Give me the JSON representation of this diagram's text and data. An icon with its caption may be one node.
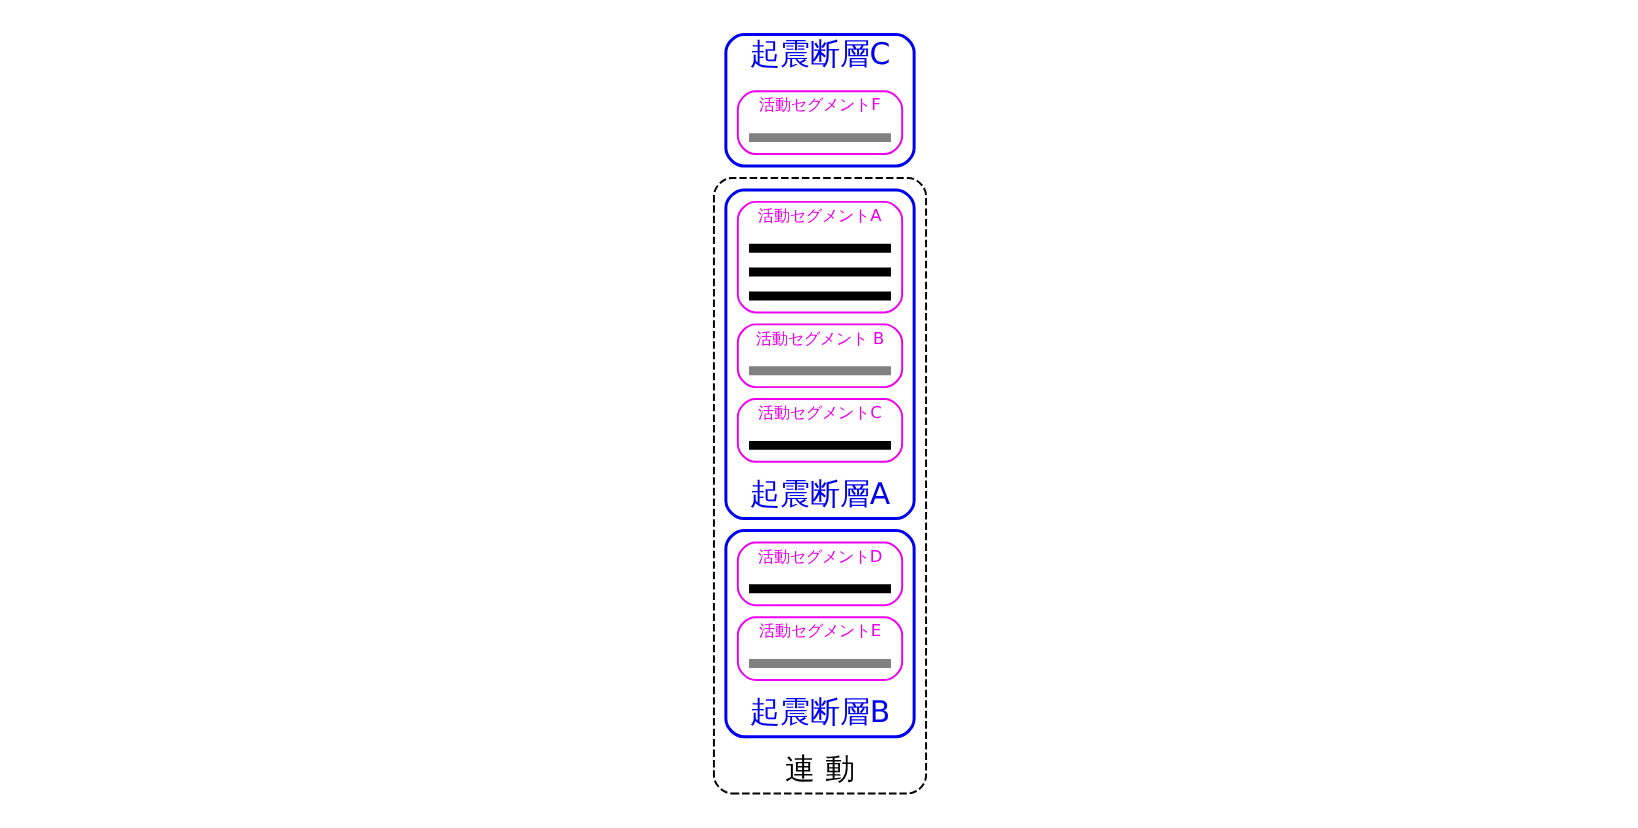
{
  "diagram": {
    "nodes": [
      {
        "text": [
          "連 動"
        ]
      },
      {
        "text": [
          "起震断層A"
        ],
        "in": 0
      },
      {
        "text": [
          "活動セグメントA"
        ],
        "in": 1
      },
      {
        "text": [],
        "shape": "bar",
        "in": 2
      },
      {
        "text": [],
        "shape": "bar",
        "in": 2
      },
      {
        "text": [],
        "shape": "bar",
        "in": 2
      },
      {
        "text": [
          "活動セグメント B"
        ],
        "in": 1
      },
      {
        "text": [],
        "shape": "bar",
        "in": 6
      },
      {
        "text": [
          "活動セグメントC"
        ],
        "in": 1
      },
      {
        "text": [],
        "shape": "bar",
        "in": 8
      },
      {
        "text": [
          "起震断層B"
        ],
        "in": 0
      },
      {
        "text": [
          "活動セグメントD"
        ],
        "in": 10
      },
      {
        "text": [],
        "shape": "bar",
        "in": 11
      },
      {
        "text": [
          "活動セグメントE"
        ],
        "in": 10
      },
      {
        "text": [],
        "shape": "bar",
        "in": 13
      },
      {
        "text": [
          "起震断層C"
        ]
      },
      {
        "text": [
          "活動セグメントF"
        ],
        "in": 15
      },
      {
        "text": [],
        "shape": "bar",
        "in": 16
      }
    ]
  }
}
